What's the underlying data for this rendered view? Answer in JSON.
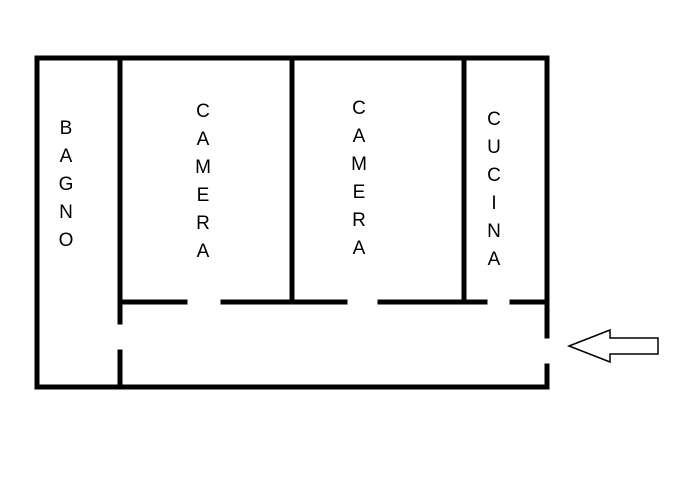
{
  "floor_plan": {
    "rooms": [
      {
        "id": "bagno",
        "label": "BAGNO"
      },
      {
        "id": "camera-1",
        "label": "CAMERA"
      },
      {
        "id": "camera-2",
        "label": "CAMERA"
      },
      {
        "id": "cucina",
        "label": "CUCINA"
      }
    ],
    "entrance_arrow": {
      "direction": "left",
      "icon": "arrow-left-icon"
    },
    "colors": {
      "walls": "#000000",
      "background": "#ffffff"
    }
  }
}
